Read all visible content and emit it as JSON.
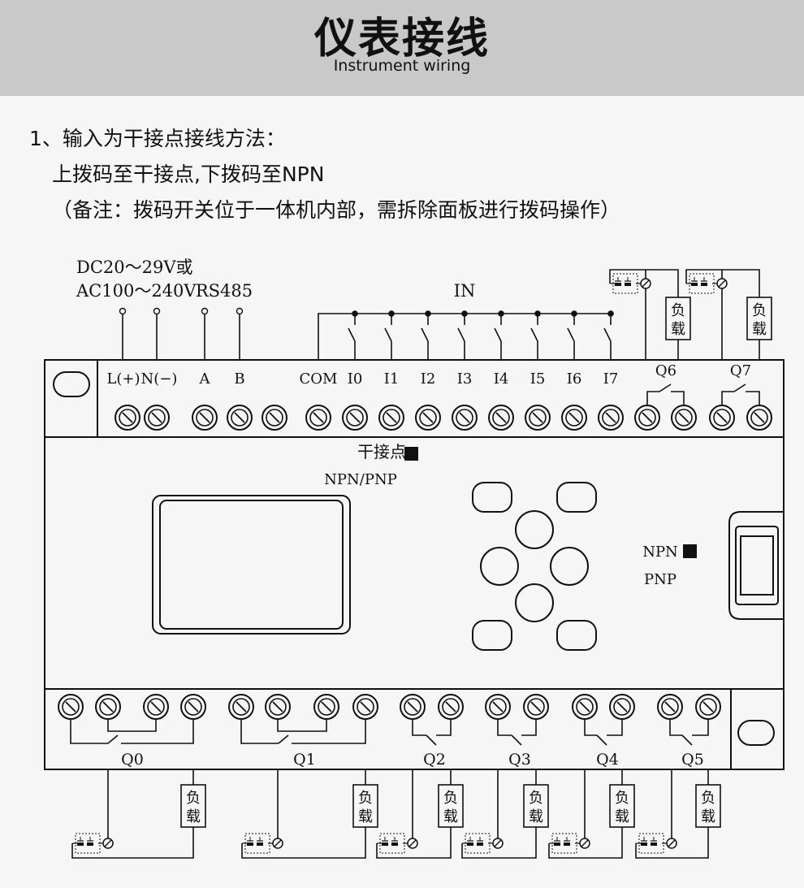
{
  "header": {
    "title": "仪表接线",
    "subtitle": "Instrument wiring"
  },
  "instructions": {
    "line1": "1、输入为干接点接线方法：",
    "line2": "上拨码至干接点,下拨码至NPN",
    "line3": "（备注：拨码开关位于一体机内部，需拆除面板进行拨码操作）"
  },
  "diagram": {
    "power_label_1": "DC20～29V或",
    "power_label_2": "AC100～240V",
    "rs485_label": "RS485",
    "in_label": "IN",
    "top_terminal_labels": [
      "L(+)",
      "N(−)",
      "A",
      "B",
      "COM",
      "I0",
      "I1",
      "I2",
      "I3",
      "I4",
      "I5",
      "I6",
      "I7",
      "Q6",
      "Q7"
    ],
    "bottom_output_labels": [
      "Q0",
      "Q1",
      "Q2",
      "Q3",
      "Q4",
      "Q5"
    ],
    "load_label": "负载",
    "dry_contact_label": "干接点",
    "npn_pnp_label": "NPN/PNP",
    "npn_label": "NPN",
    "pnp_label": "PNP"
  }
}
